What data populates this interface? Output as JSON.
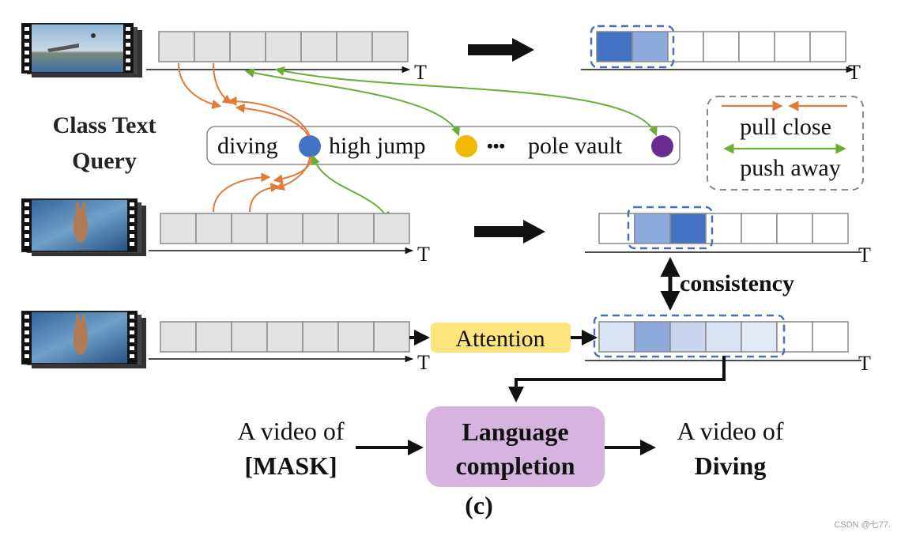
{
  "labels": {
    "class_text_query_line1": "Class Text",
    "class_text_query_line2": "Query",
    "axis_t": "T",
    "axis_t_cut": "T",
    "attention": "Attention",
    "consistency": "consistency",
    "language_completion_line1": "Language",
    "language_completion_line2": "completion",
    "input_text_line1": "A video of",
    "input_text_line2": "[MASK]",
    "output_text_line1": "A video of",
    "output_text_line2": "Diving",
    "figure_caption": "(c)",
    "watermark": "CSDN @七77."
  },
  "query": {
    "classes": [
      {
        "name": "diving",
        "color": "#4472c4"
      },
      {
        "name": "high jump",
        "color": "#f2b705"
      },
      {
        "name": "pole vault",
        "color": "#6a2c91"
      }
    ],
    "ellipsis": "•••"
  },
  "legend": {
    "pull_close": "pull close",
    "push_away": "push away",
    "pull_color": "#e07b39",
    "push_color": "#6aae35"
  },
  "colors": {
    "cell_gray": "#e3e3e3",
    "cell_border": "#8a8a8a",
    "dashed_box": "#4f6eb5",
    "attention_fill": "#fde47f",
    "language_fill": "#d7b3e0",
    "dark_blue": "#4472c4",
    "light_blue": "#8ea9db",
    "pale_blue": "#dae3f3",
    "mid_pale_blue": "#c9d5ee"
  }
}
